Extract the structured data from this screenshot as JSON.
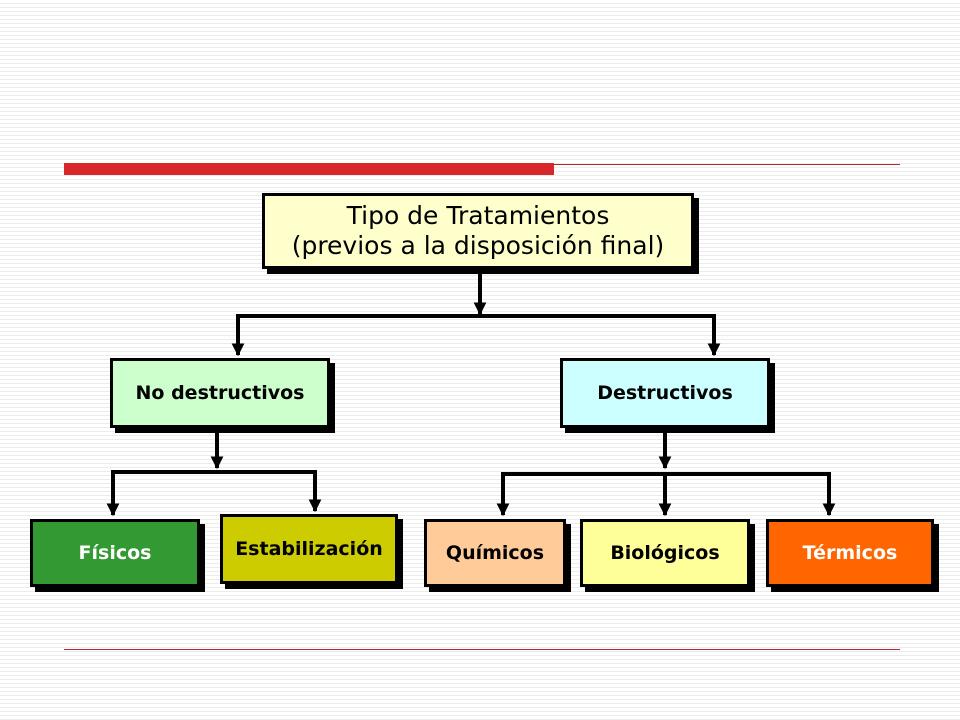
{
  "theme": {
    "accent_red": "#d9262b",
    "rule_red": "#b5282e",
    "line_color": "#000000"
  },
  "diagram": {
    "root": {
      "line1": "Tipo de Tratamientos",
      "line2": "(previos a la disposición final)",
      "fill": "#ffffcc"
    },
    "branches": [
      {
        "label": "No destructivos",
        "fill": "#ccffcc",
        "children": [
          {
            "label": "Físicos",
            "fill": "#339933"
          },
          {
            "label": "Estabilización",
            "fill": "#cccc00"
          }
        ]
      },
      {
        "label": "Destructivos",
        "fill": "#ccffff",
        "children": [
          {
            "label": "Químicos",
            "fill": "#ffcc99"
          },
          {
            "label": "Biológicos",
            "fill": "#ffff99"
          },
          {
            "label": "Térmicos",
            "fill": "#ff6600"
          }
        ]
      }
    ]
  }
}
